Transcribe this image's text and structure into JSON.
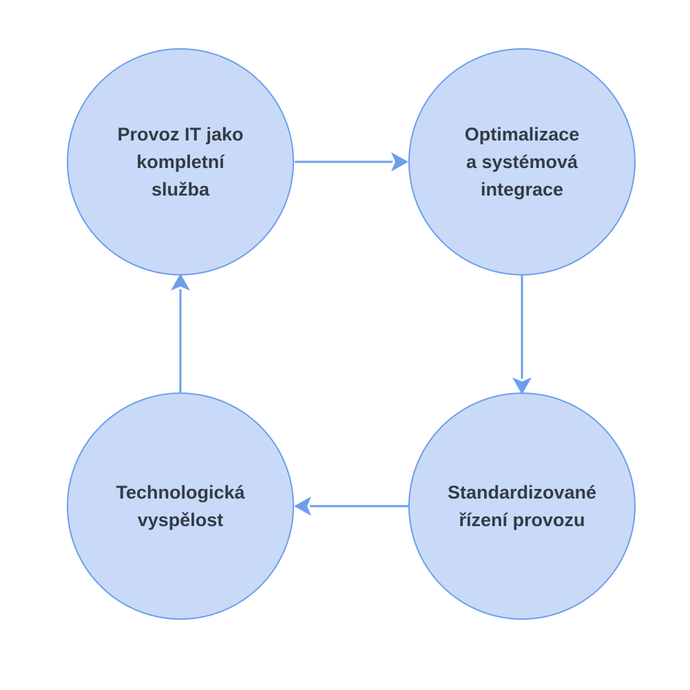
{
  "diagram": {
    "type": "cycle",
    "colors": {
      "node_fill": "#c9daf8",
      "node_border": "#6d9eeb",
      "arrow": "#6d9eeb",
      "text": "#333b47"
    },
    "nodes": [
      {
        "id": "provoz-it",
        "lines": [
          "Provoz IT jako",
          "kompletní",
          "služba"
        ]
      },
      {
        "id": "optimalizace",
        "lines": [
          "Optimalizace",
          "a systémová",
          "integrace"
        ]
      },
      {
        "id": "standardizovane",
        "lines": [
          "Standardizované",
          "řízení provozu"
        ]
      },
      {
        "id": "technologicka",
        "lines": [
          "Technologická",
          "vyspělost"
        ]
      }
    ],
    "edges": [
      {
        "from": "provoz-it",
        "to": "optimalizace"
      },
      {
        "from": "optimalizace",
        "to": "standardizovane"
      },
      {
        "from": "standardizovane",
        "to": "technologicka"
      },
      {
        "from": "technologicka",
        "to": "provoz-it"
      }
    ]
  }
}
